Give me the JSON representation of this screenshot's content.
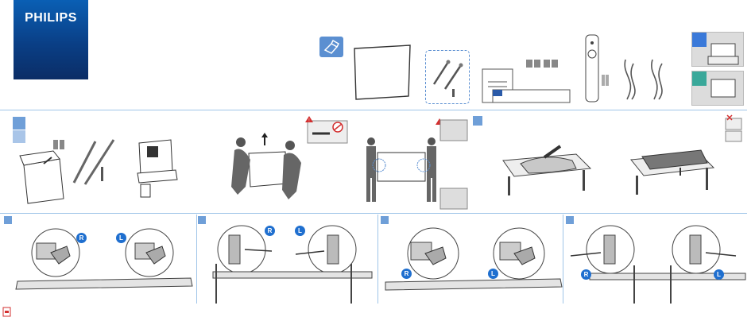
{
  "brand": {
    "logo_text": "PHILIPS",
    "color": "#0a4fa0"
  },
  "colors": {
    "accent": "#6f9fd8",
    "badge": "#1f6fcf",
    "rule": "#9fc5e8",
    "warning": "#d32f2f",
    "tab_blue": "#3a79d9",
    "tab_green": "#3aa89a"
  },
  "badges": {
    "right": "R",
    "left": "L"
  },
  "icons": [
    "open-box-icon",
    "warning-icon",
    "no-touch-screen-icon",
    "pdf-icon"
  ]
}
